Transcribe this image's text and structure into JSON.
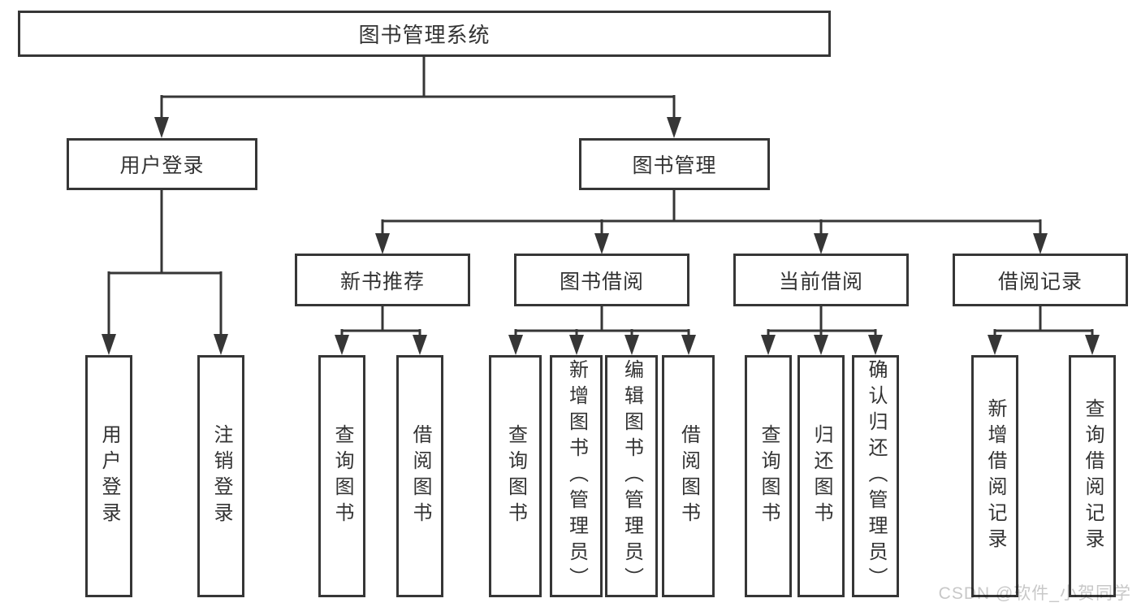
{
  "tree": {
    "label": "图书管理系统",
    "children": [
      {
        "label": "用户登录",
        "children": [
          {
            "label": "用户登录"
          },
          {
            "label": "注销登录"
          }
        ]
      },
      {
        "label": "图书管理",
        "children": [
          {
            "label": "新书推荐",
            "children": [
              {
                "label": "查询图书"
              },
              {
                "label": "借阅图书"
              }
            ]
          },
          {
            "label": "图书借阅",
            "children": [
              {
                "label": "查询图书"
              },
              {
                "label": "新增图书（管理员）"
              },
              {
                "label": "编辑图书（管理员）"
              },
              {
                "label": "借阅图书"
              }
            ]
          },
          {
            "label": "当前借阅",
            "children": [
              {
                "label": "查询图书"
              },
              {
                "label": "归还图书"
              },
              {
                "label": "确认归还（管理员）"
              }
            ]
          },
          {
            "label": "借阅记录",
            "children": [
              {
                "label": "新增借阅记录"
              },
              {
                "label": "查询借阅记录"
              }
            ]
          }
        ]
      }
    ]
  },
  "watermark": {
    "text": "CSDN @软件_小贺同学"
  },
  "colors": {
    "line": "#363636",
    "text": "#333333",
    "watermark": "#c8c8c8",
    "background": "#ffffff"
  }
}
